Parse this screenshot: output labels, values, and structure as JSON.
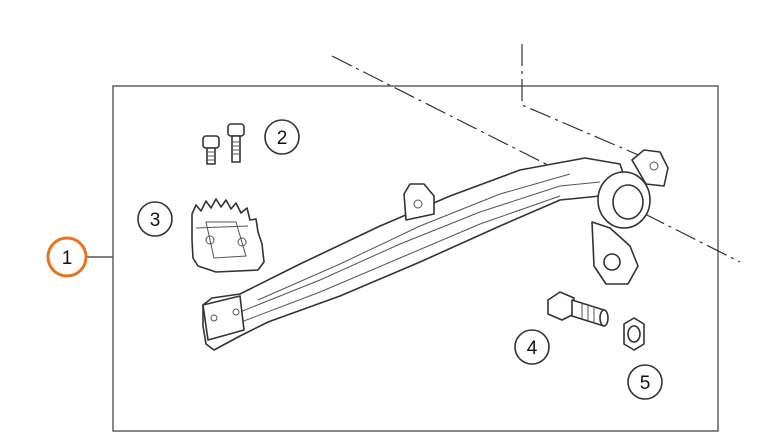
{
  "colors": {
    "highlight": "#E8741E",
    "line": "#333333",
    "background": "#ffffff"
  },
  "callouts": [
    {
      "id": "1",
      "label": "1",
      "highlighted": true
    },
    {
      "id": "2",
      "label": "2",
      "highlighted": false
    },
    {
      "id": "3",
      "label": "3",
      "highlighted": false
    },
    {
      "id": "4",
      "label": "4",
      "highlighted": false
    },
    {
      "id": "5",
      "label": "5",
      "highlighted": false
    }
  ]
}
